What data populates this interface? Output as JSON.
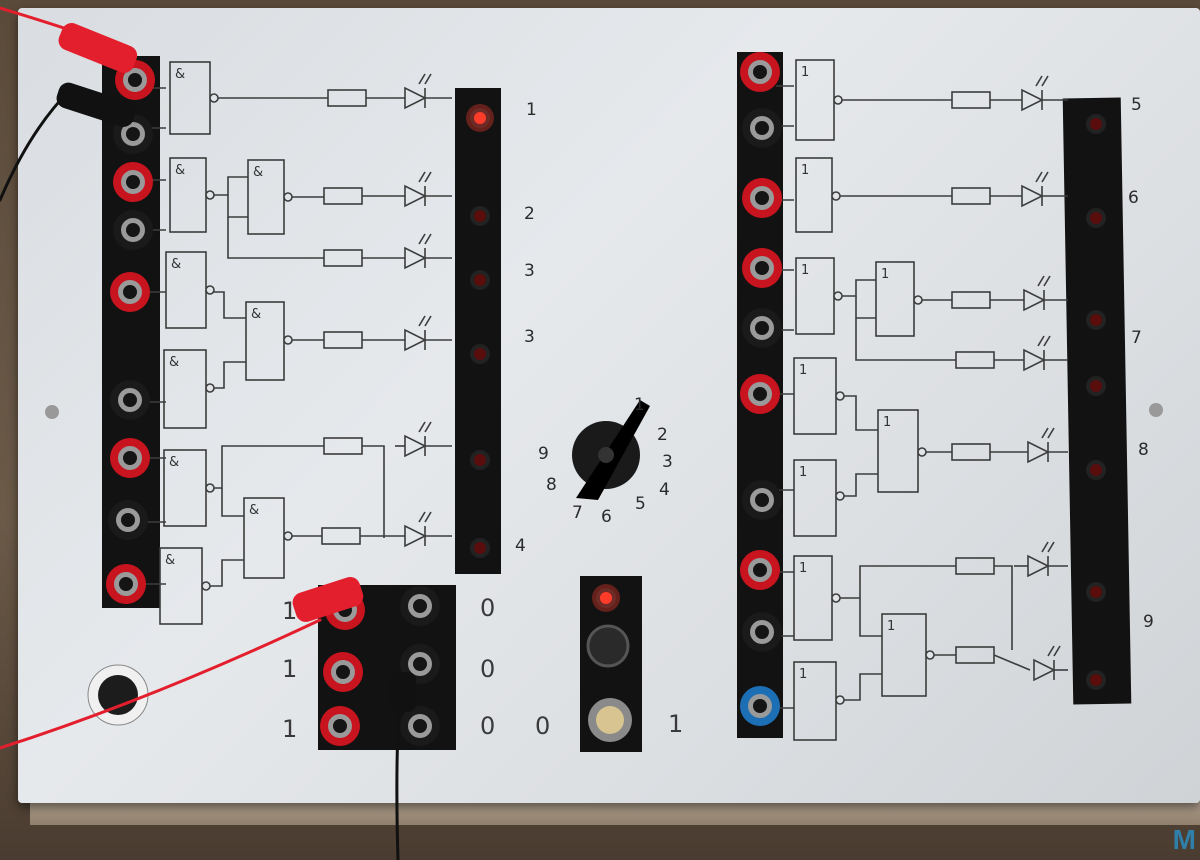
{
  "colors": {
    "board": "#e2e5e8",
    "strip": "#121212",
    "socket_red": "#c8141e",
    "socket_black": "#1a1a1a",
    "socket_blue": "#1d6fb5",
    "led_on": "#ff3b2a",
    "led_off": "#5a0d0d",
    "wire_red": "#e41f2d",
    "pencil": "#3c3c3c"
  },
  "led_labels": {
    "left": [
      "1",
      "2",
      "3",
      "3",
      "4"
    ],
    "right": [
      "5",
      "6",
      "7",
      "8",
      "9"
    ]
  },
  "led_states": {
    "left": [
      1,
      0,
      0,
      0,
      0,
      0
    ],
    "right": [
      0,
      0,
      0,
      0,
      0,
      0
    ],
    "selector": 1
  },
  "gate_symbols": {
    "and": "&",
    "or": "1"
  },
  "switch_labels": {
    "a_top": "1",
    "a_mid": "1",
    "a_bot": "1",
    "b_top": "0",
    "b_mid": "0",
    "b_bot": "0",
    "sel_left": "0",
    "sel_right": "1"
  },
  "knob_labels": [
    "1",
    "2",
    "3",
    "4",
    "5",
    "6",
    "7",
    "8",
    "9"
  ],
  "watermark": {
    "m": "M"
  }
}
